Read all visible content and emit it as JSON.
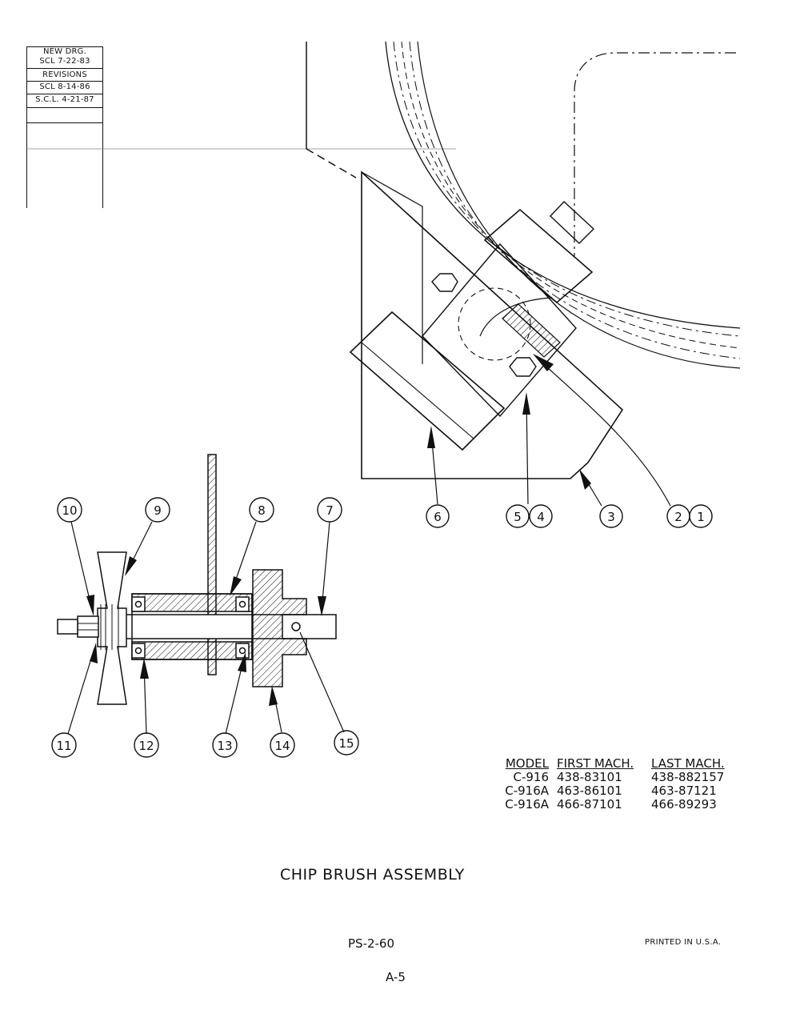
{
  "revision_block": {
    "new_drg": "NEW  DRG.",
    "new_drg_date": "SCL  7-22-83",
    "revisions": "REVISIONS",
    "rev1": "SCL  8-14-86",
    "rev2": "S.C.L. 4-21-87"
  },
  "callouts": [
    "1",
    "2",
    "3",
    "4",
    "5",
    "6",
    "7",
    "8",
    "9",
    "10",
    "11",
    "12",
    "13",
    "14",
    "15"
  ],
  "model_table": {
    "headers": [
      "MODEL",
      "FIRST MACH.",
      "LAST MACH."
    ],
    "rows": [
      [
        "C-916",
        "438-83101",
        "438-882157"
      ],
      [
        "C-916A",
        "463-86101",
        "463-87121"
      ],
      [
        "C-916A",
        "466-87101",
        "466-89293"
      ]
    ]
  },
  "title": "CHIP  BRUSH  ASSEMBLY",
  "drawing_number": "PS-2-60",
  "printed": "PRINTED  IN  U.S.A.",
  "page_number": "A-5"
}
